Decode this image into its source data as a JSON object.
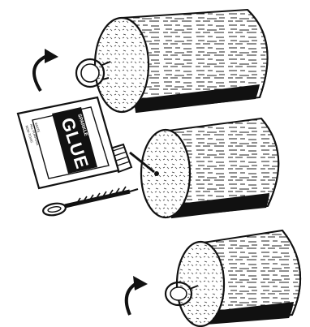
{
  "illustration": {
    "glue_bottle": {
      "brand_badge": "SPARKLE",
      "label_main": "GLUE",
      "label_small_lines": [
        "WHITE",
        "ALL PURPOSE",
        "NON-TOXIC"
      ]
    },
    "icons": [
      "screw-eye-icon",
      "rotate-arrow-icon",
      "wood-log-icon",
      "glue-bottle-icon"
    ]
  }
}
